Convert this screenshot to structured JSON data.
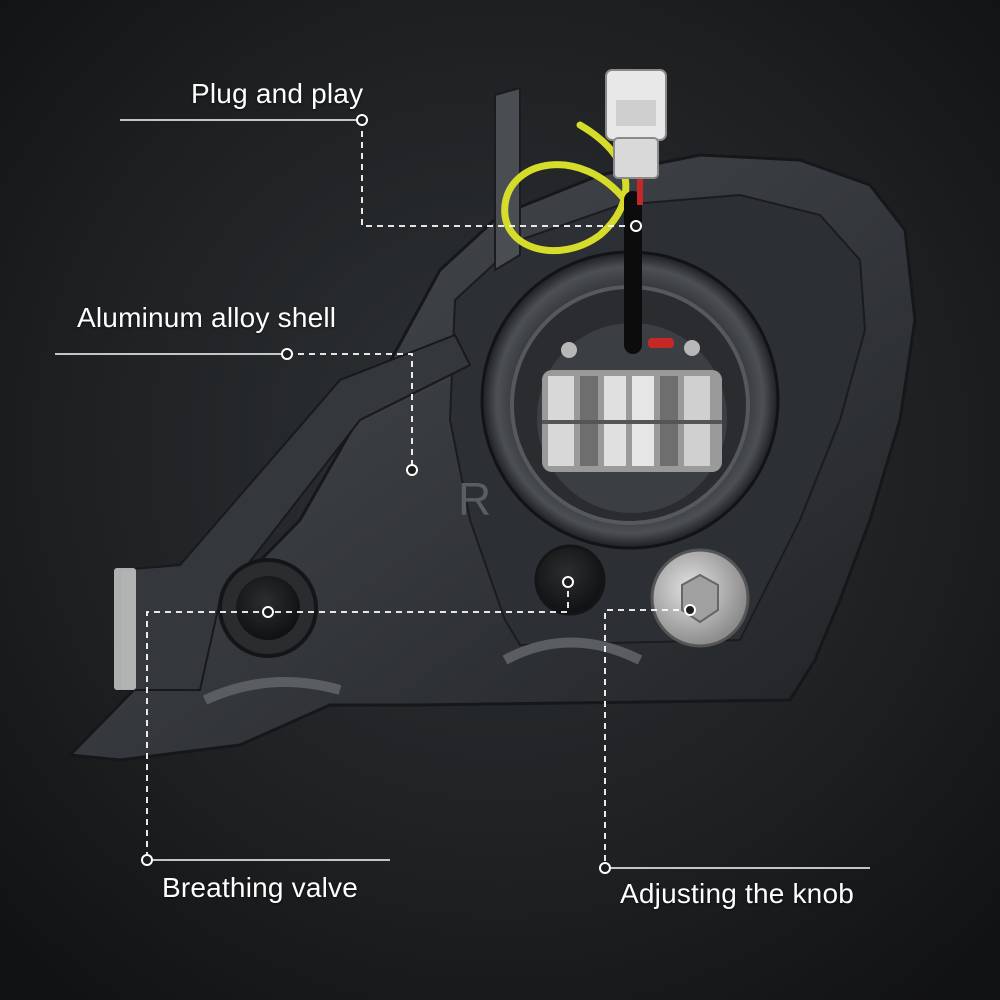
{
  "callouts": [
    {
      "id": "plug-and-play",
      "label": "Plug and play"
    },
    {
      "id": "aluminum-alloy-shell",
      "label": "Aluminum alloy shell"
    },
    {
      "id": "breathing-valve",
      "label": "Breathing valve"
    },
    {
      "id": "adjusting-the-knob",
      "label": "Adjusting the knob"
    }
  ],
  "housing": {
    "side_mark": "R"
  },
  "colors": {
    "background": "#1c1c1c",
    "housing": "#3a3d42",
    "housing_dark": "#26282b",
    "wire_yellow": "#d6dc2a",
    "connector_white": "#e8e8e8",
    "lens_grill": "#b5b5b5",
    "leader_line": "#ffffff"
  }
}
